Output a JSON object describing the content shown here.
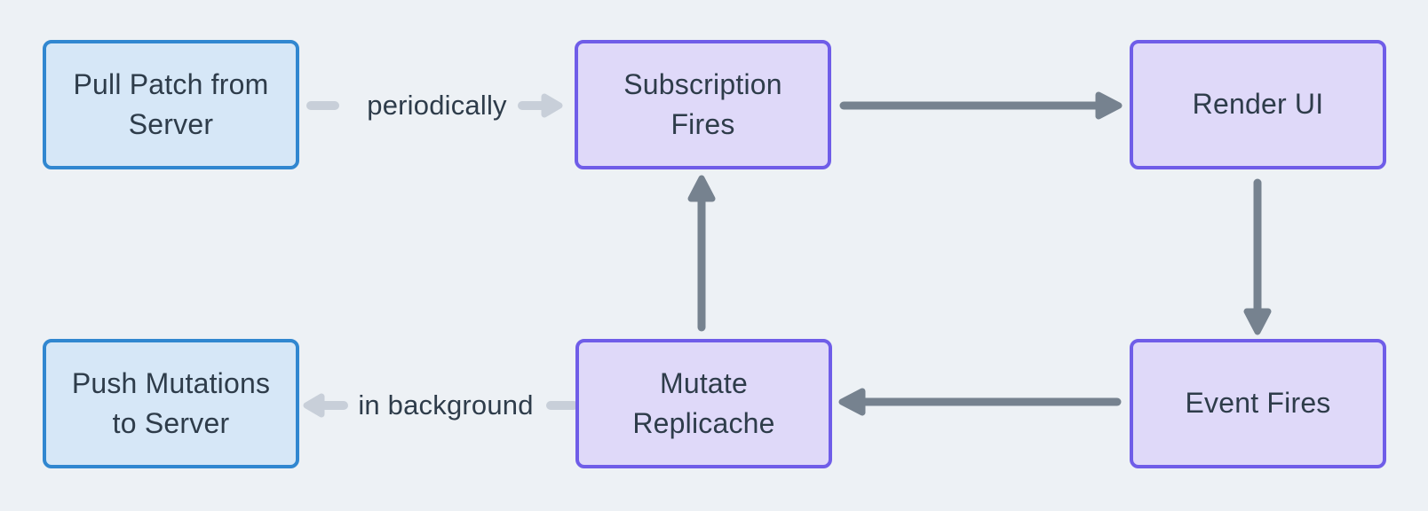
{
  "diagram": {
    "title": "replicache-data-flow",
    "nodes": {
      "pull_patch": {
        "label": "Pull Patch from Server",
        "style": "blue"
      },
      "subscription": {
        "label": "Subscription Fires",
        "style": "purple"
      },
      "render_ui": {
        "label": "Render UI",
        "style": "purple"
      },
      "push_mutations": {
        "label": "Push Mutations to Server",
        "style": "blue"
      },
      "mutate": {
        "label": "Mutate Replicache",
        "style": "purple"
      },
      "event_fires": {
        "label": "Event Fires",
        "style": "purple"
      }
    },
    "edges": [
      {
        "from": "pull_patch",
        "to": "subscription",
        "label": "periodically",
        "style": "light"
      },
      {
        "from": "subscription",
        "to": "render_ui",
        "label": "",
        "style": "dark"
      },
      {
        "from": "render_ui",
        "to": "event_fires",
        "label": "",
        "style": "dark"
      },
      {
        "from": "event_fires",
        "to": "mutate",
        "label": "",
        "style": "dark"
      },
      {
        "from": "mutate",
        "to": "subscription",
        "label": "",
        "style": "dark"
      },
      {
        "from": "mutate",
        "to": "push_mutations",
        "label": "in background",
        "style": "light"
      }
    ],
    "colors": {
      "background": "#edf1f5",
      "blue_fill": "#d6e7f7",
      "blue_border": "#3187d0",
      "purple_fill": "#dfd9f9",
      "purple_border": "#6f5de8",
      "text": "#2e3c4a",
      "arrow_dark": "#76828f",
      "arrow_light": "#c8cfd9"
    }
  }
}
